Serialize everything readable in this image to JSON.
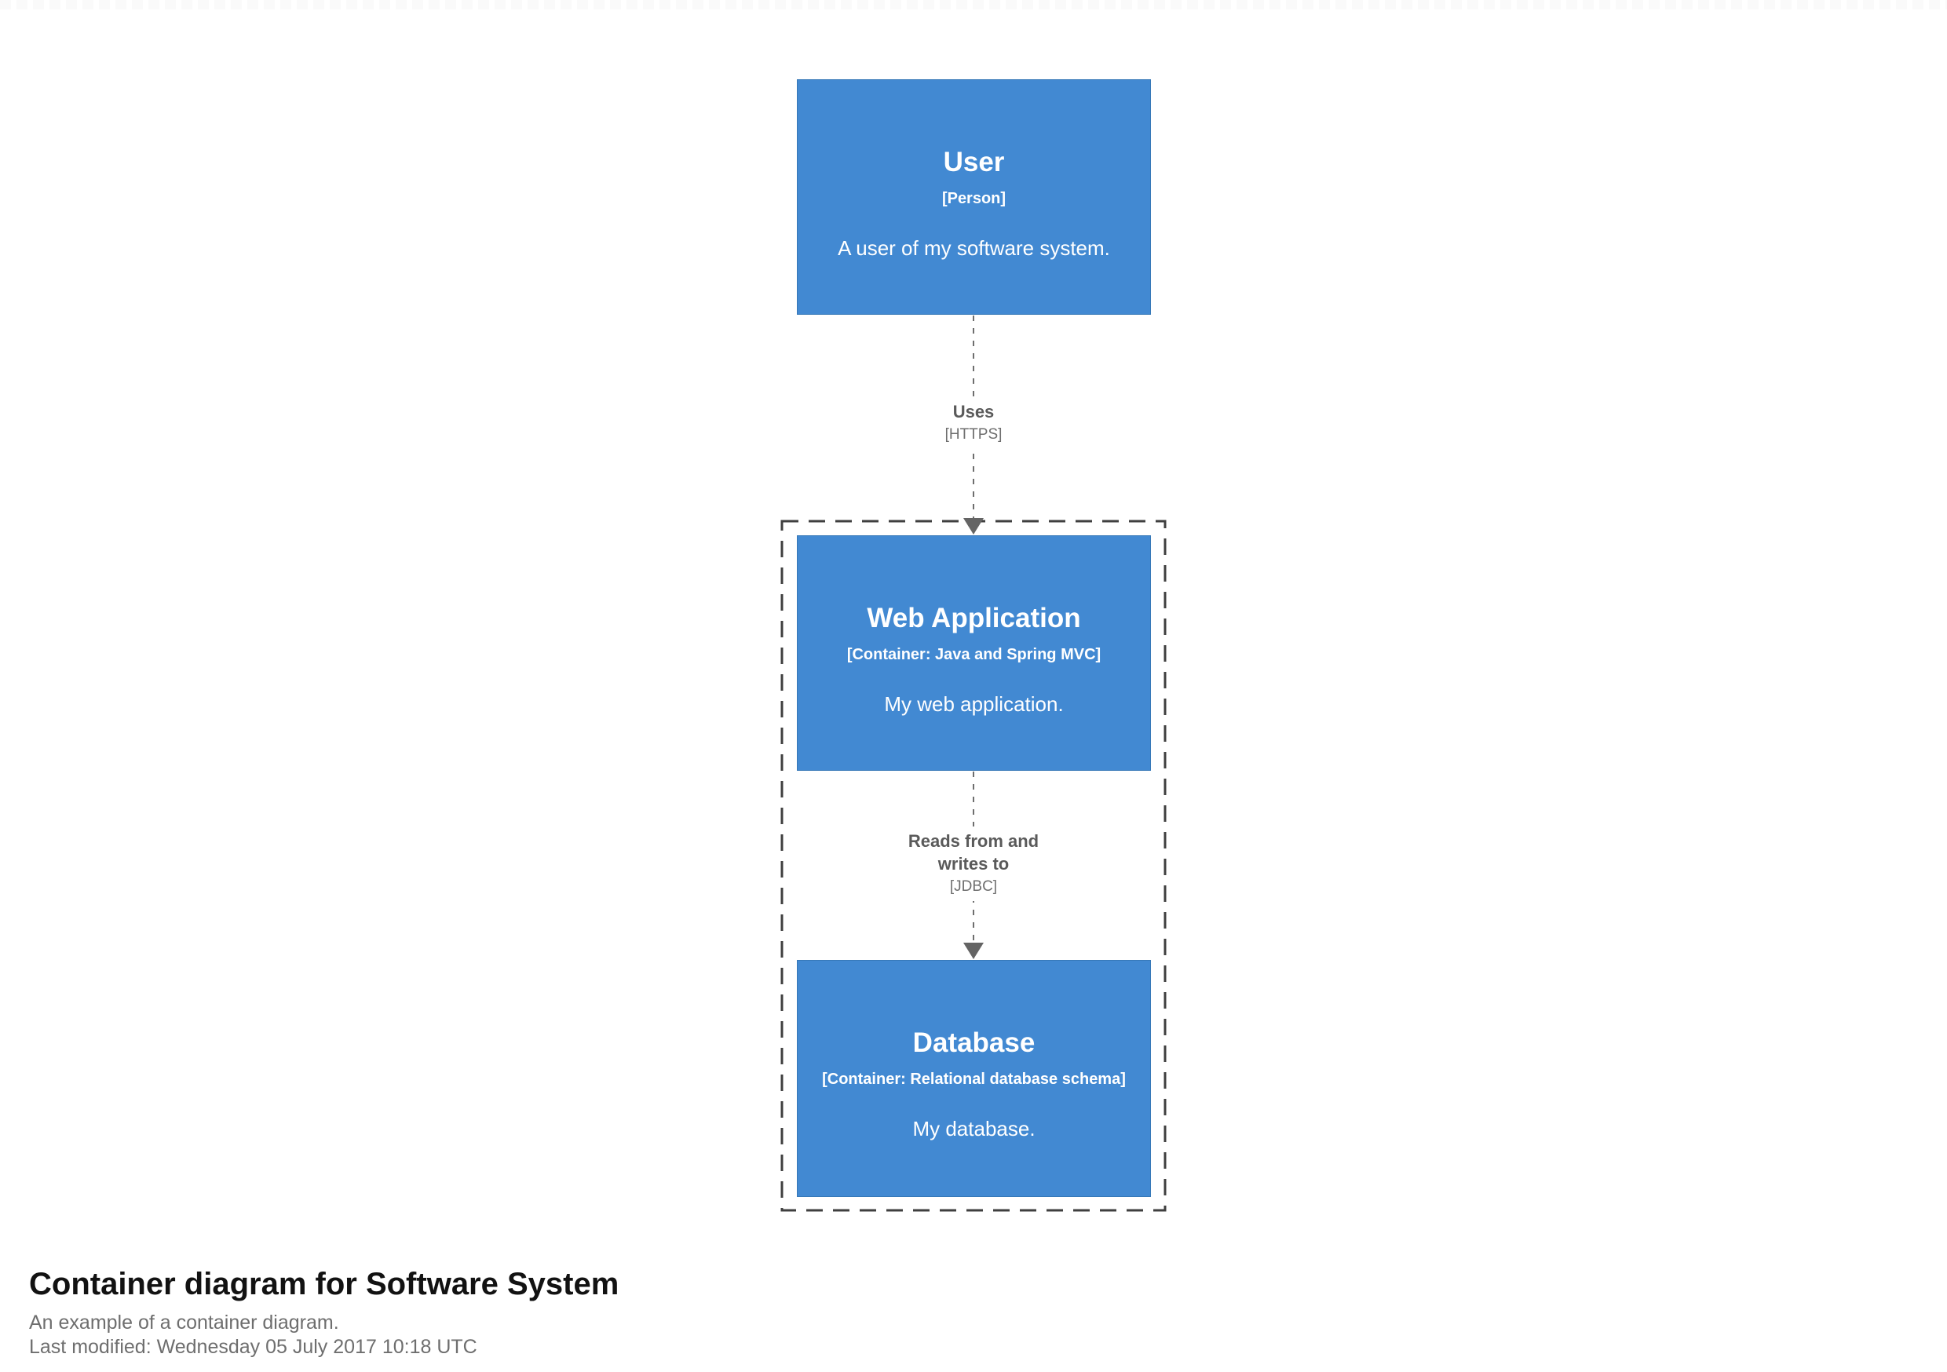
{
  "diagram": {
    "nodes": [
      {
        "title": "User",
        "meta": "[Person]",
        "description": "A user of my software system."
      },
      {
        "title": "Web Application",
        "meta": "[Container: Java and Spring MVC]",
        "description": "My web application."
      },
      {
        "title": "Database",
        "meta": "[Container: Relational database schema]",
        "description": "My database."
      }
    ],
    "relationships": [
      {
        "label": "Uses",
        "technology": "[HTTPS]"
      },
      {
        "label": "Reads from and writes to",
        "technology": "[JDBC]"
      }
    ],
    "colors": {
      "node_fill": "#4289d2",
      "node_border": "#3678b8",
      "node_text": "#ffffff",
      "boundary_dash": "#3f3f3f",
      "relationship_line": "#6e6e6e",
      "relationship_label": "#5a5a5a",
      "arrowhead": "#646464"
    }
  },
  "footer": {
    "title": "Container diagram for Software System",
    "subtitle": "An example of a container diagram.",
    "last_modified": "Last modified: Wednesday 05 July 2017 10:18 UTC"
  }
}
